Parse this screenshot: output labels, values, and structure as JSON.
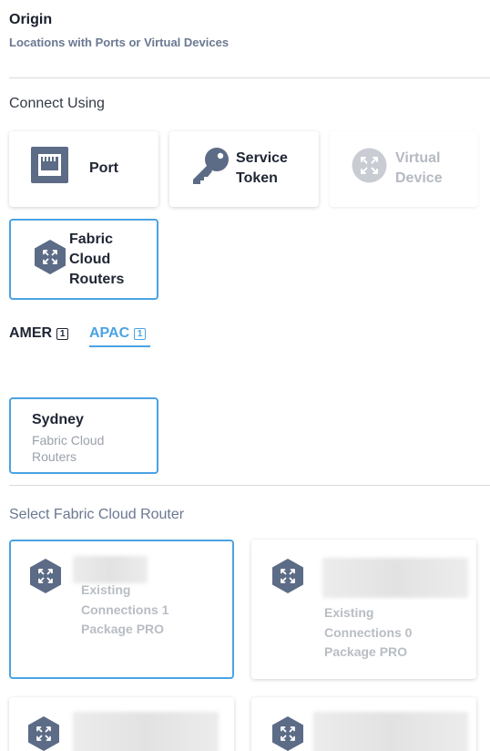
{
  "origin": {
    "title": "Origin",
    "subtitle": "Locations with Ports or Virtual Devices"
  },
  "connect_using": {
    "label": "Connect Using",
    "options": [
      {
        "label_line1": "Port",
        "label_line2": "",
        "label_line3": "",
        "icon": "port-icon",
        "state": "enabled"
      },
      {
        "label_line1": "Service",
        "label_line2": "Token",
        "label_line3": "",
        "icon": "key-icon",
        "state": "enabled"
      },
      {
        "label_line1": "Virtual",
        "label_line2": "Device",
        "label_line3": "",
        "icon": "virtual-device-icon",
        "state": "disabled"
      },
      {
        "label_line1": "Fabric",
        "label_line2": "Cloud",
        "label_line3": "Routers",
        "icon": "fabric-cloud-router-icon",
        "state": "selected"
      }
    ]
  },
  "region_tabs": [
    {
      "label": "AMER",
      "count": "1",
      "active": false
    },
    {
      "label": "APAC",
      "count": "1",
      "active": true
    }
  ],
  "location": {
    "name": "Sydney",
    "subtitle_line1": "Fabric Cloud",
    "subtitle_line2": "Routers"
  },
  "router_section": {
    "label": "Select Fabric Cloud Router",
    "routers": [
      {
        "line1": "Existing",
        "line2": "Connections 1",
        "line3": "Package PRO",
        "selected": true,
        "icon": "fabric-cloud-router-icon"
      },
      {
        "line1": "Existing",
        "line2": "Connections 0",
        "line3": "Package PRO",
        "selected": false,
        "icon": "fabric-cloud-router-icon"
      },
      {
        "line1": "",
        "line2": "",
        "line3": "",
        "selected": false,
        "icon": "fabric-cloud-router-icon"
      },
      {
        "line1": "",
        "line2": "",
        "line3": "",
        "selected": false,
        "icon": "fabric-cloud-router-icon"
      }
    ]
  },
  "colors": {
    "accent": "#4ba3e3",
    "icon": "#5c6b86",
    "muted_text": "#6a7891",
    "disabled_text": "#b5bac2"
  }
}
